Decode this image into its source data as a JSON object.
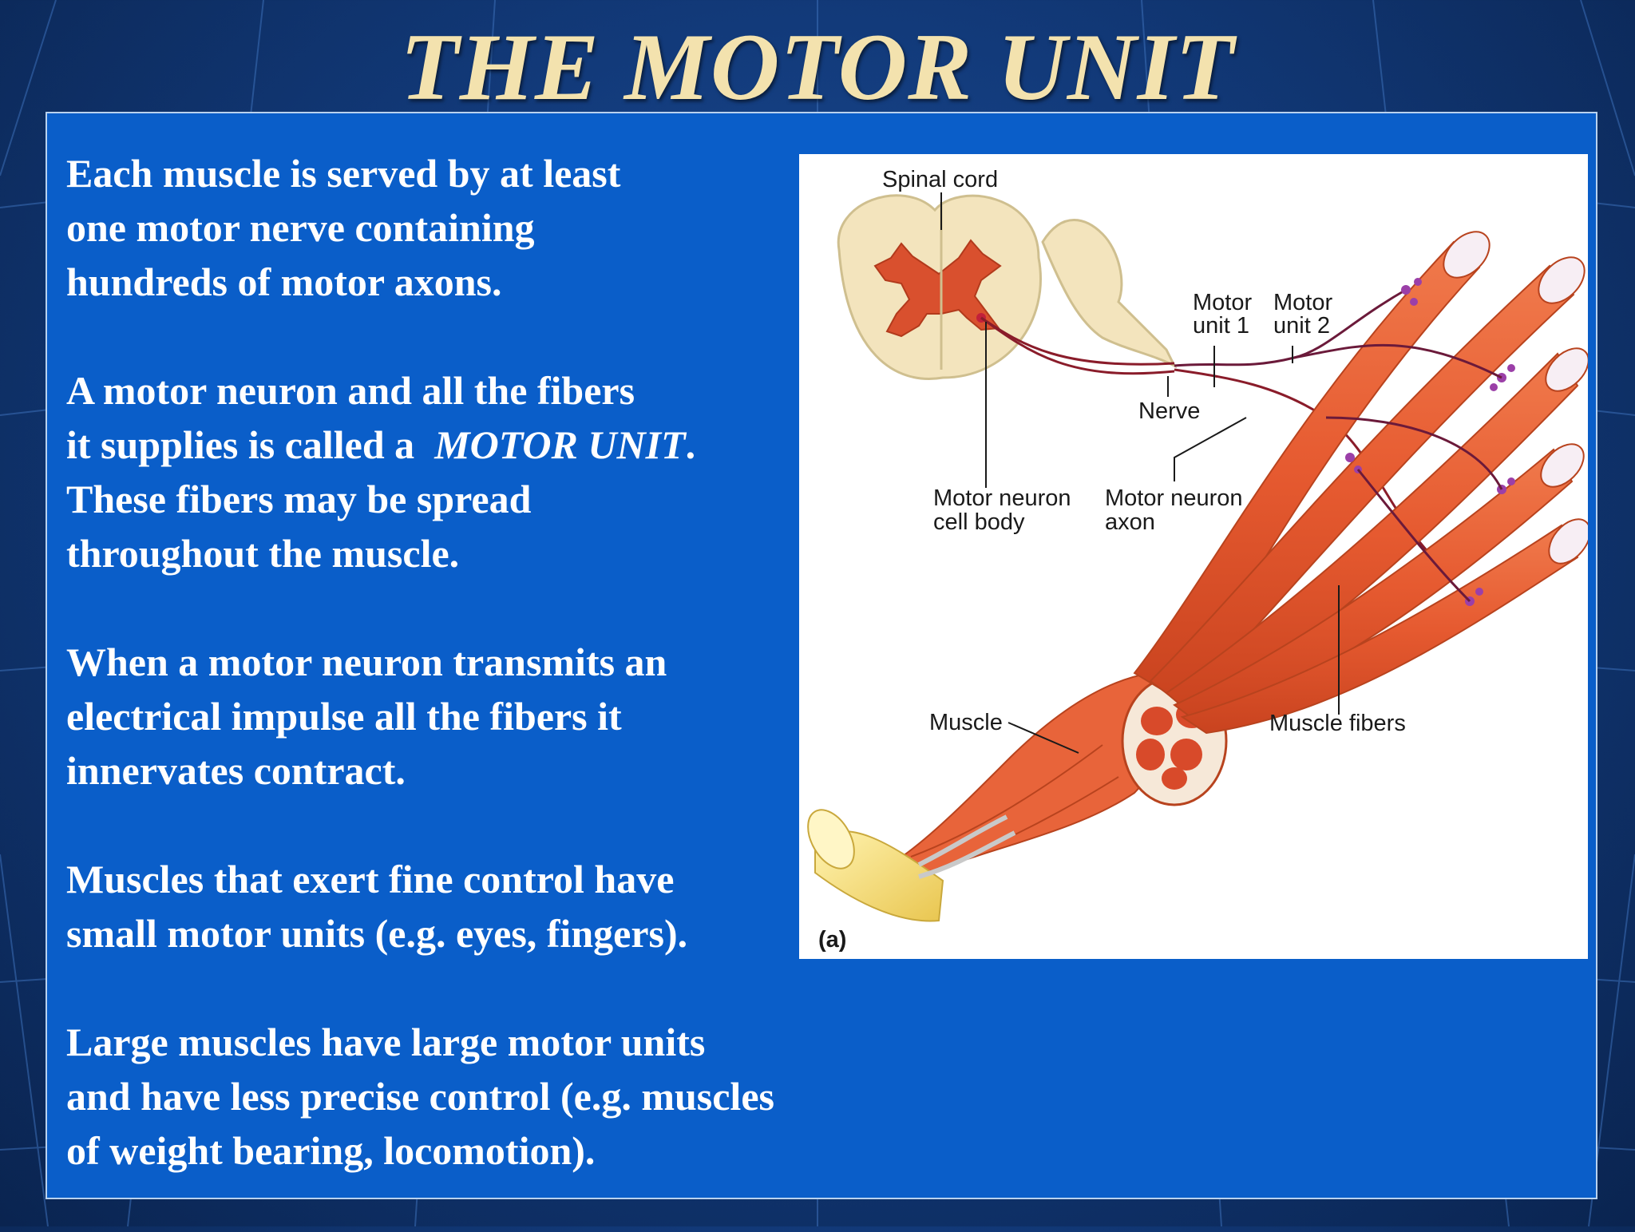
{
  "slide": {
    "title": "THE MOTOR UNIT",
    "paragraphs": [
      {
        "lines": [
          "Each muscle is served by at least",
          "one motor nerve containing",
          "hundreds of motor axons."
        ]
      },
      {
        "lines": [
          "A motor neuron and all the fibers",
          "it supplies is called a",
          "MOTOR UNIT",
          ".",
          "These fibers may be spread",
          "throughout the muscle."
        ]
      },
      {
        "lines": [
          "When a motor neuron transmits an",
          "electrical impulse all the fibers it",
          "innervates contract."
        ]
      },
      {
        "lines": [
          "Muscles that exert fine control have",
          "small motor units (e.g. eyes, fingers)."
        ]
      },
      {
        "lines": [
          "Large muscles have large motor units",
          "and have less precise control (e.g. muscles",
          "of weight bearing, locomotion)."
        ]
      }
    ]
  },
  "figure": {
    "labels": {
      "spinal_cord": "Spinal cord",
      "motor_unit_1_a": "Motor",
      "motor_unit_1_b": "unit 1",
      "motor_unit_2_a": "Motor",
      "motor_unit_2_b": "unit 2",
      "nerve": "Nerve",
      "cell_body_a": "Motor neuron",
      "cell_body_b": "cell body",
      "axon_a": "Motor neuron",
      "axon_b": "axon",
      "muscle": "Muscle",
      "muscle_fibers": "Muscle fibers",
      "panel_tag": "(a)"
    },
    "colors": {
      "muscle": "#e8643a",
      "cord": "#f3e4bd",
      "gray_matter": "#d9502e",
      "tendon": "#f5d86a"
    }
  }
}
